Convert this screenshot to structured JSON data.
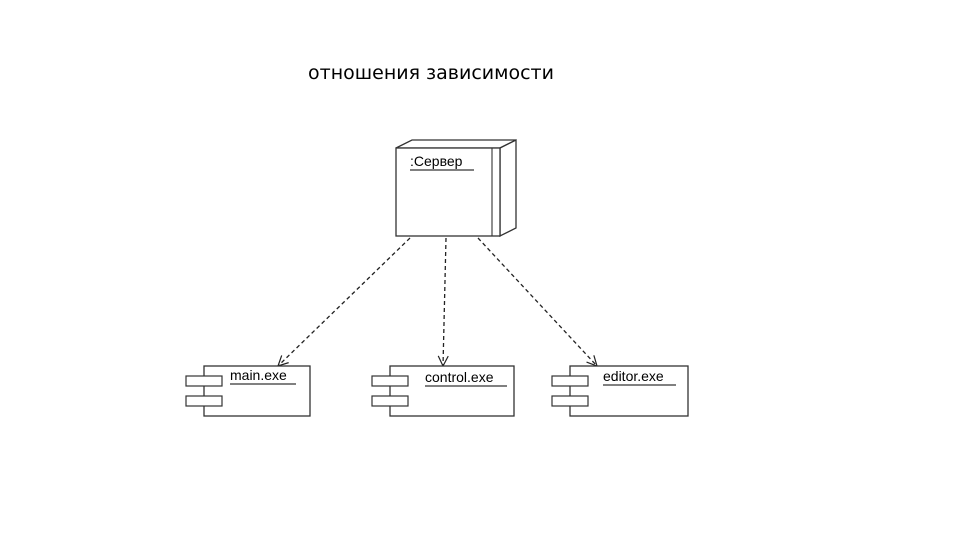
{
  "slide": {
    "title": "отношения зависимости"
  },
  "diagram": {
    "node": {
      "label": ":Сервер"
    },
    "components": [
      {
        "label": "main.exe"
      },
      {
        "label": "control.exe"
      },
      {
        "label": "editor.exe"
      }
    ]
  }
}
